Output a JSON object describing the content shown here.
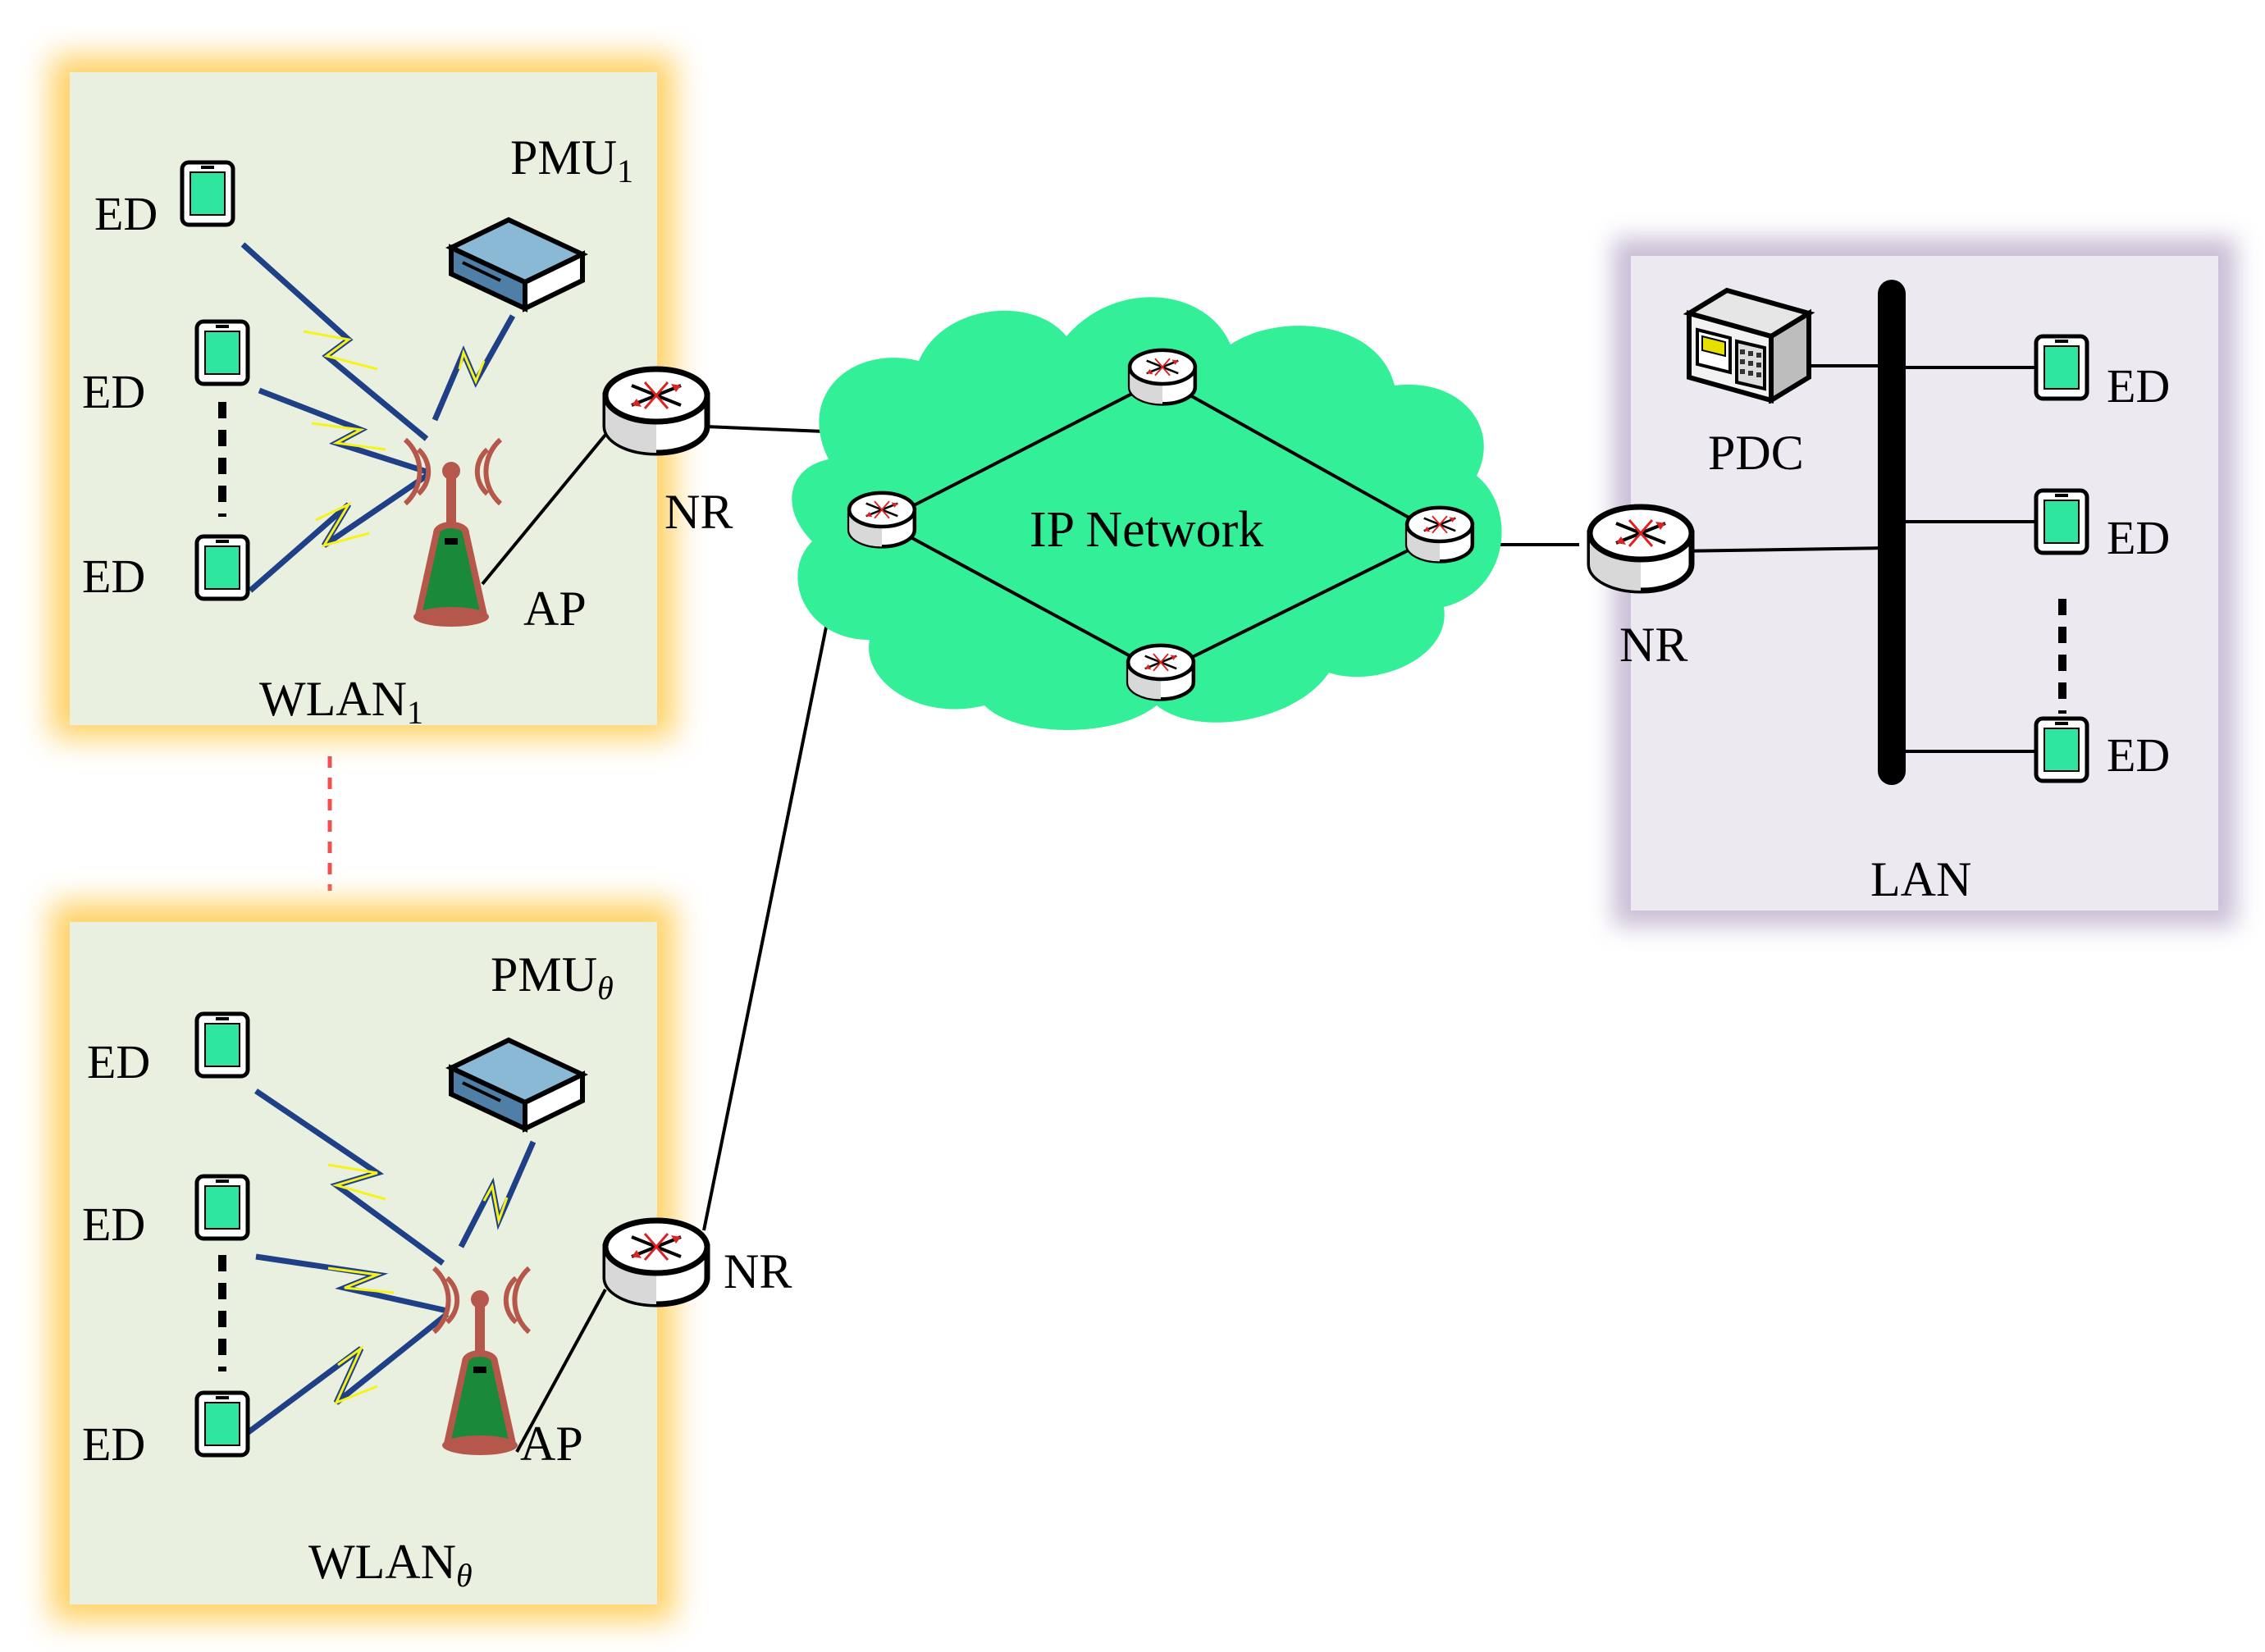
{
  "wlan1": {
    "name": "WLAN",
    "name_sub": "1",
    "pmu_label": "PMU",
    "pmu_sub": "1",
    "ap_label": "AP",
    "router_label": "NR",
    "ed_labels": [
      "ED",
      "ED",
      "ED"
    ]
  },
  "wlan2": {
    "name": "WLAN",
    "name_sub": "θ",
    "pmu_label": "PMU",
    "pmu_sub": "θ",
    "ap_label": "AP",
    "router_label": "NR",
    "ed_labels": [
      "ED",
      "ED",
      "ED"
    ]
  },
  "cloud": {
    "label": "IP Network"
  },
  "lan": {
    "name": "LAN",
    "pdc_label": "PDC",
    "router_label": "NR",
    "ed_labels": [
      "ED",
      "ED",
      "ED"
    ]
  },
  "colors": {
    "wlan_fill": "#eaf0e0",
    "wlan_glow": "#ffc94a",
    "lan_fill": "#ede9f1",
    "lan_glow": "#c4b8d2",
    "cloud": "#33f098",
    "device_screen": "#2fe6a0",
    "bolt_outline": "#1f3f86",
    "bolt_fill": "#f6f31c",
    "antenna": "#b5574a",
    "ap_body": "#1a8a3a",
    "pmu_body": "#8ab9d6",
    "separator": "#f05050"
  }
}
